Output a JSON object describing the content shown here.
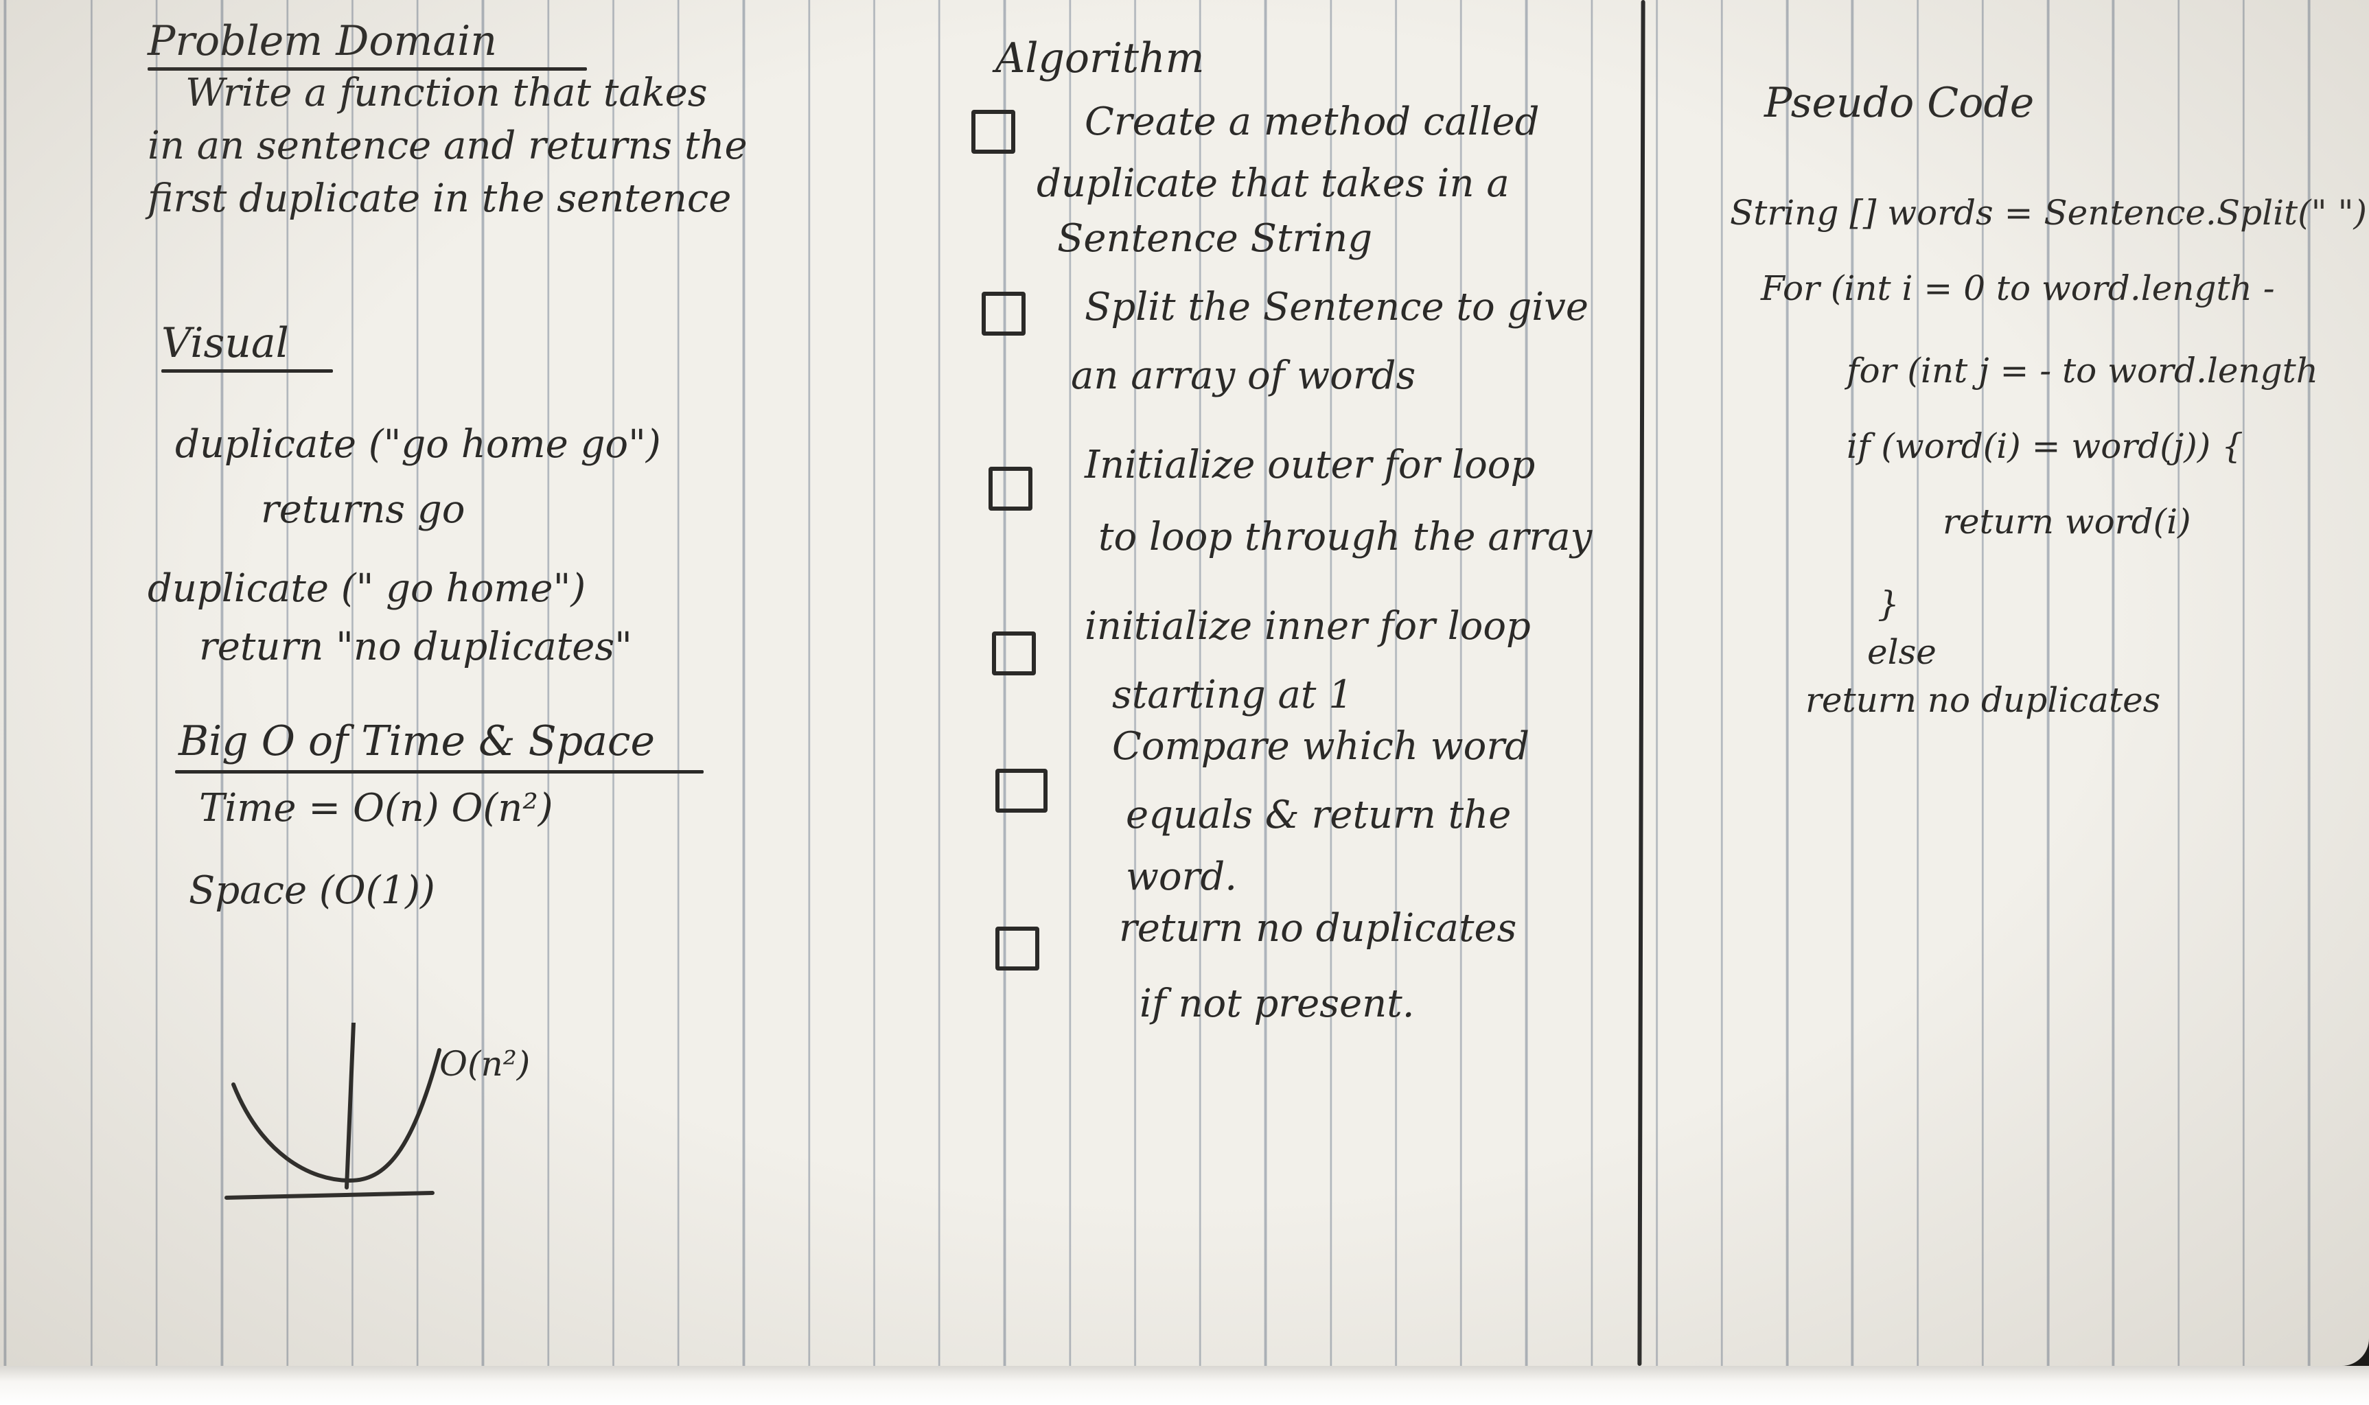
{
  "problem_domain": {
    "title": "Problem Domain",
    "lines": [
      "Write a function that takes",
      "in an sentence and returns the",
      "first duplicate in the sentence"
    ]
  },
  "visual": {
    "title": "Visual",
    "lines": [
      "duplicate (\"go home go\")",
      "returns go",
      "duplicate (\" go home\")",
      "return \"no duplicates\""
    ]
  },
  "big_o": {
    "title": "Big O of Time & Space",
    "time": "Time = O(n)  O(n²)",
    "space": "Space (O(1))",
    "sketch_label": "O(n²)"
  },
  "algorithm": {
    "title": "Algorithm",
    "steps": [
      {
        "lines": [
          "Create a method called",
          "duplicate that takes in a",
          "Sentence String"
        ],
        "checked": false
      },
      {
        "lines": [
          "Split the Sentence to give",
          "an array of words"
        ],
        "checked": false
      },
      {
        "lines": [
          "Initialize outer for loop",
          "to loop through the array"
        ],
        "checked": false
      },
      {
        "lines": [
          "initialize inner for loop",
          "starting at 1"
        ],
        "checked": false
      },
      {
        "lines": [
          "Compare which word",
          "equals & return the",
          "word."
        ],
        "checked": false
      },
      {
        "lines": [
          "return no duplicates",
          "if not present."
        ],
        "checked": false
      }
    ]
  },
  "pseudo_code": {
    "title": "Pseudo Code",
    "lines": [
      "String [] words = Sentence.Split(\" \")",
      "For (int i = 0 to word.length -",
      "for (int j = - to word.length",
      "if (word(i) = word(j)) {",
      "return word(i)",
      "}",
      "else",
      "return no duplicates"
    ]
  }
}
